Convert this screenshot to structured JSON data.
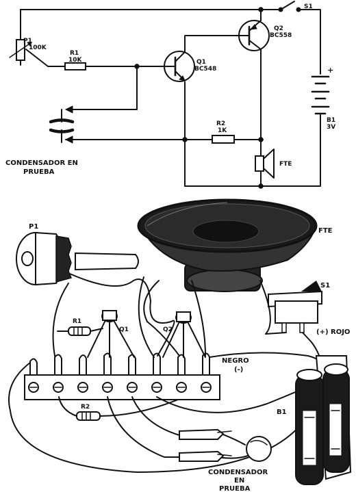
{
  "schematic": {
    "p1": {
      "ref": "P1",
      "value": "100K"
    },
    "r1": {
      "ref": "R1",
      "value": "10K"
    },
    "r2": {
      "ref": "R2",
      "value": "1K"
    },
    "q1": {
      "ref": "Q1",
      "value": "BC548"
    },
    "q2": {
      "ref": "Q2",
      "value": "BC558"
    },
    "s1": {
      "ref": "S1"
    },
    "b1": {
      "ref": "B1",
      "value": "3V",
      "polarity": "+"
    },
    "fte": {
      "ref": "FTE"
    },
    "capacitor_label_line1": "CONDENSADOR EN",
    "capacitor_label_line2": "PRUEBA"
  },
  "assembly": {
    "p1_label": "P1",
    "fte_label": "FTE",
    "s1_label": "S1",
    "r1_label": "R1",
    "r2_label": "R2",
    "q1_label": "Q1",
    "q2_label": "Q2",
    "b1_label": "B1",
    "red_wire_label": "(+) ROJO",
    "black_wire_label": "NEGRO",
    "black_wire_sign": "(-)",
    "capacitor_label_line1": "CONDENSADOR",
    "capacitor_label_line2": "EN",
    "capacitor_label_line3": "PRUEBA"
  }
}
